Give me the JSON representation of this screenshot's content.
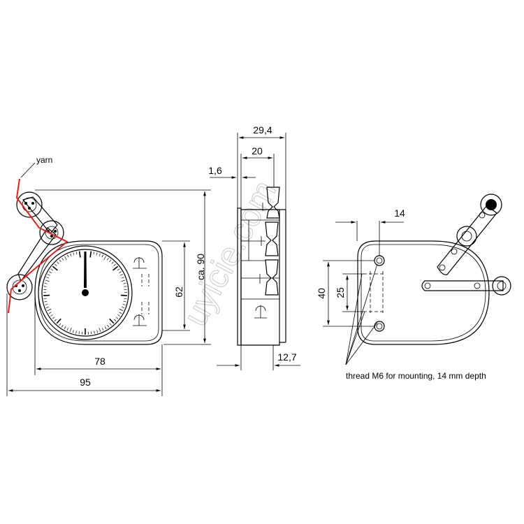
{
  "labels": {
    "yarn": "yarn",
    "thread_note": "thread M6 for mounting, 14 mm depth",
    "watermark": "uyicie.com"
  },
  "dimensions": {
    "width_78": "78",
    "width_95": "95",
    "height_62": "62",
    "height_ca90": "ca. 90",
    "depth_29_4": "29,4",
    "depth_20": "20",
    "plate_1_6": "1,6",
    "depth_12_7": "12,7",
    "offset_14": "14",
    "hole_40": "40",
    "hole_25": "25"
  },
  "colors": {
    "yarn": "#e0201a",
    "line": "#000000",
    "watermark": "#c8c8c8"
  }
}
